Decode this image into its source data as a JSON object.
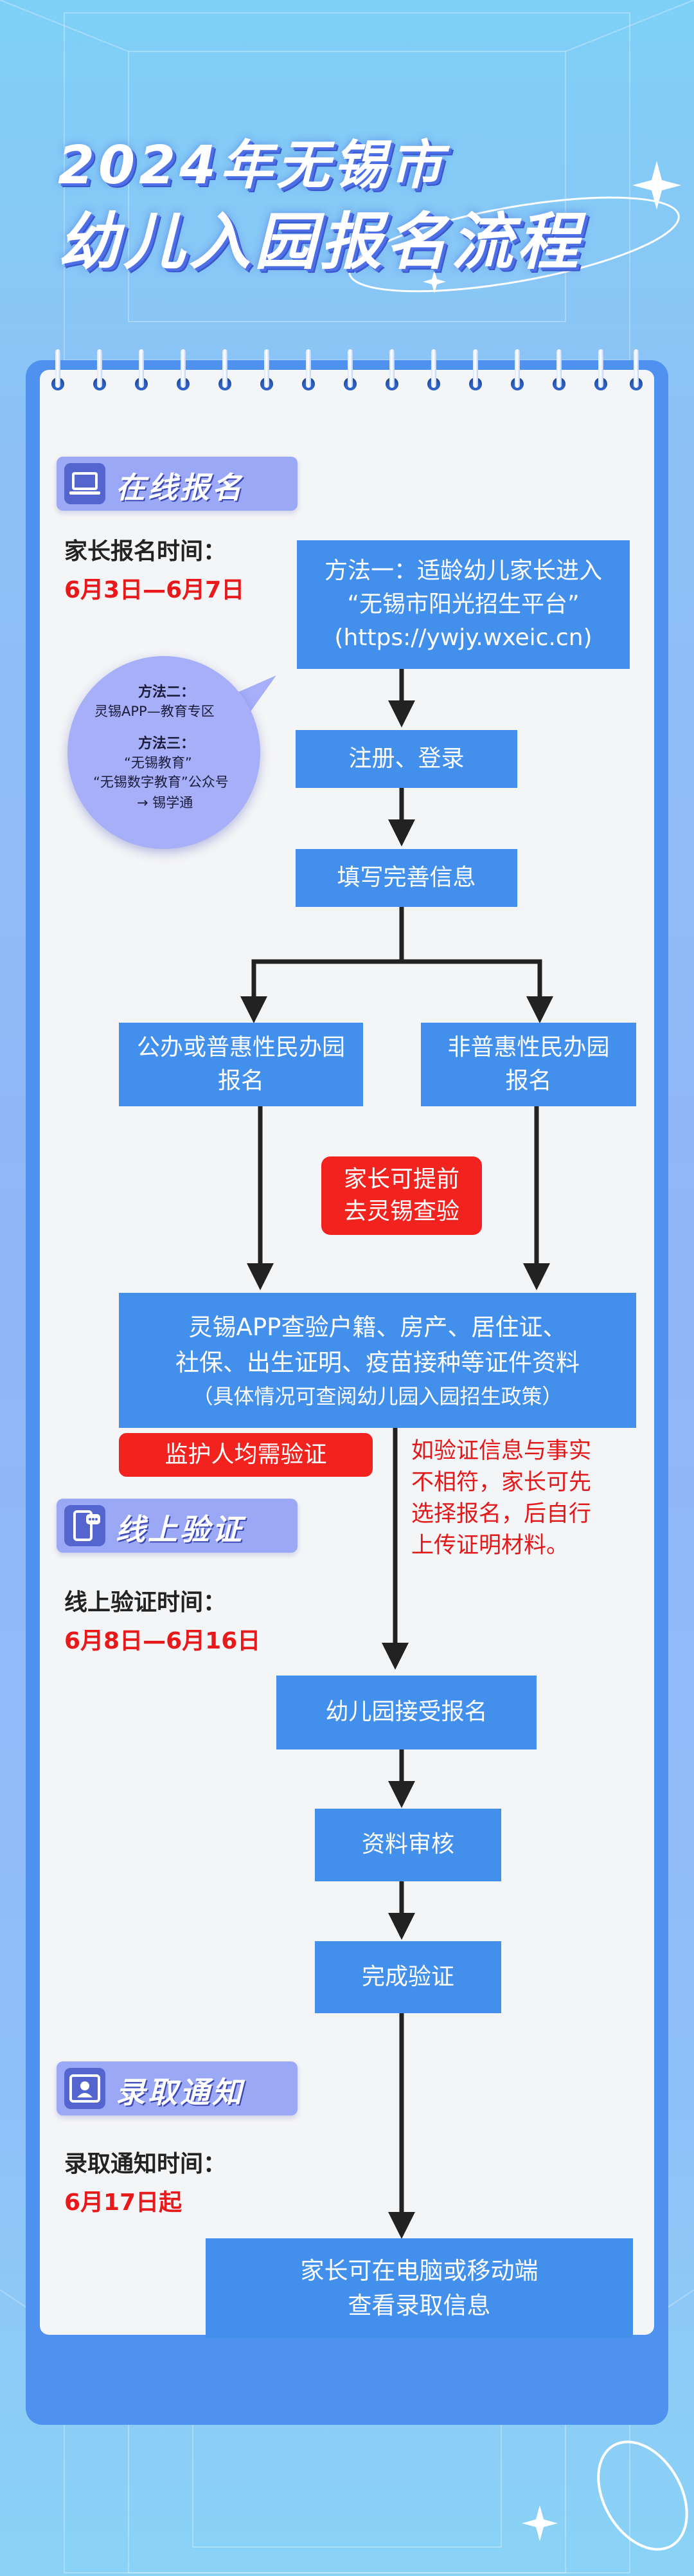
{
  "title": {
    "line1": "2024年无锡市",
    "line2": "幼儿入园报名流程"
  },
  "section1": {
    "tag": "在线报名",
    "icon": "laptop-icon",
    "time_label": "家长报名时间：",
    "time_value": "6月3日—6月7日",
    "method1_lines": [
      "方法一：适龄幼儿家长进入",
      "“无锡市阳光招生平台”",
      "(https://ywjy.wxeic.cn)"
    ],
    "bubble": {
      "m2_title": "方法二：",
      "m2_text": "灵锡APP—教育专区",
      "m3_title": "方法三：",
      "m3_line1": "“无锡教育”",
      "m3_line2": "“无锡数字教育”公众号",
      "m3_line3": "→ 锡学通"
    },
    "step_register": "注册、登录",
    "step_fill": "填写完善信息",
    "branch_left": [
      "公办或普惠性民办园",
      "报名"
    ],
    "branch_right": [
      "非普惠性民办园",
      "报名"
    ],
    "red_note": [
      "家长可提前",
      "去灵锡查验"
    ]
  },
  "verify_box": {
    "line1": "灵锡APP查验户籍、房产、居住证、",
    "line2": "社保、出生证明、疫苗接种等证件资料",
    "line3": "（具体情况可查阅幼儿园入园招生政策）"
  },
  "guardian_note": "监护人均需验证",
  "mismatch_note": [
    "如验证信息与事实",
    "不相符，家长可先",
    "选择报名，后自行",
    "上传证明材料。"
  ],
  "section2": {
    "tag": "线上验证",
    "icon": "phone-chat-icon",
    "time_label": "线上验证时间：",
    "time_value": "6月8日—6月16日",
    "step_accept": "幼儿园接受报名",
    "step_review": "资料审核",
    "step_done": "完成验证"
  },
  "section3": {
    "tag": "录取通知",
    "icon": "id-card-icon",
    "time_label": "录取通知时间：",
    "time_value": "6月17日起",
    "final_lines": [
      "家长可在电脑或移动端",
      "查看录取信息"
    ]
  },
  "colors": {
    "box_blue": "#4290ec",
    "card_blue": "#4e91ef",
    "accent_red": "#f2231f",
    "tag_purple": "#9aa8f6"
  }
}
